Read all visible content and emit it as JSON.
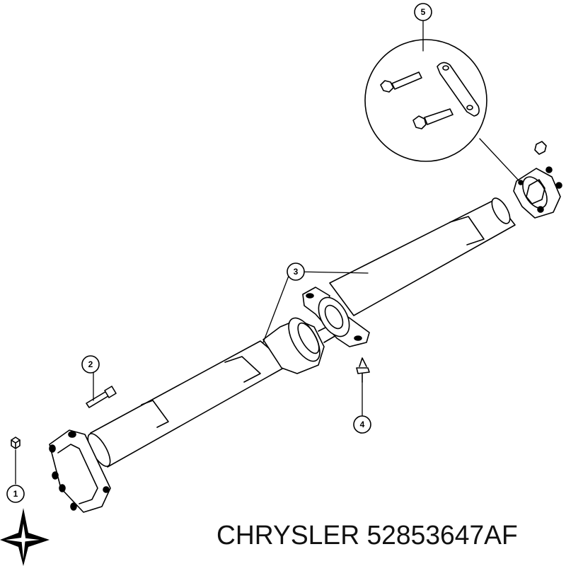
{
  "callouts": [
    {
      "number": "1"
    },
    {
      "number": "2"
    },
    {
      "number": "3"
    },
    {
      "number": "4"
    },
    {
      "number": "5"
    }
  ],
  "brand": {
    "text": "CHRYSLER 52853647AF",
    "logo": "chrysler-star-icon"
  },
  "colors": {
    "line": "#000000",
    "background": "#ffffff"
  }
}
